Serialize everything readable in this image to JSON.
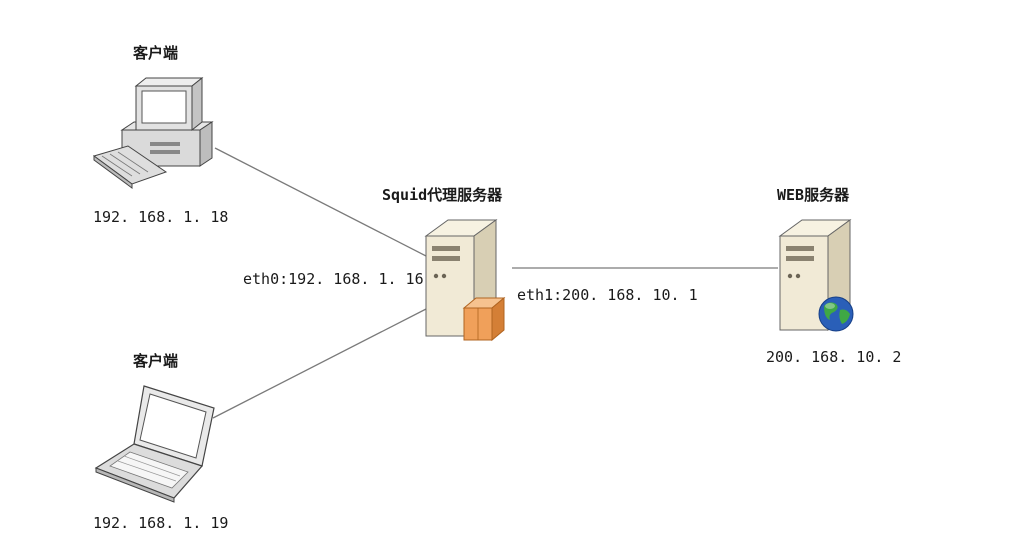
{
  "nodes": {
    "client_desktop": {
      "title": "客户端",
      "ip": "192. 168. 1. 18",
      "icon": "desktop-computer-icon"
    },
    "client_laptop": {
      "title": "客户端",
      "ip": "192. 168. 1. 19",
      "icon": "laptop-icon"
    },
    "proxy": {
      "title": "Squid代理服务器",
      "eth0": "eth0:192. 168. 1. 16",
      "eth1": "eth1:200. 168. 10. 1",
      "icon": "firewall-server-icon"
    },
    "web": {
      "title": "WEB服务器",
      "ip": "200. 168. 10. 2",
      "icon": "web-server-globe-icon"
    }
  },
  "colors": {
    "line": "#7a7a7a",
    "server_body": "#f1ead6",
    "server_side": "#d8cfb4",
    "firewall": "#f0a05a",
    "globe_blue": "#2a5fb8",
    "globe_green": "#3fa845"
  }
}
